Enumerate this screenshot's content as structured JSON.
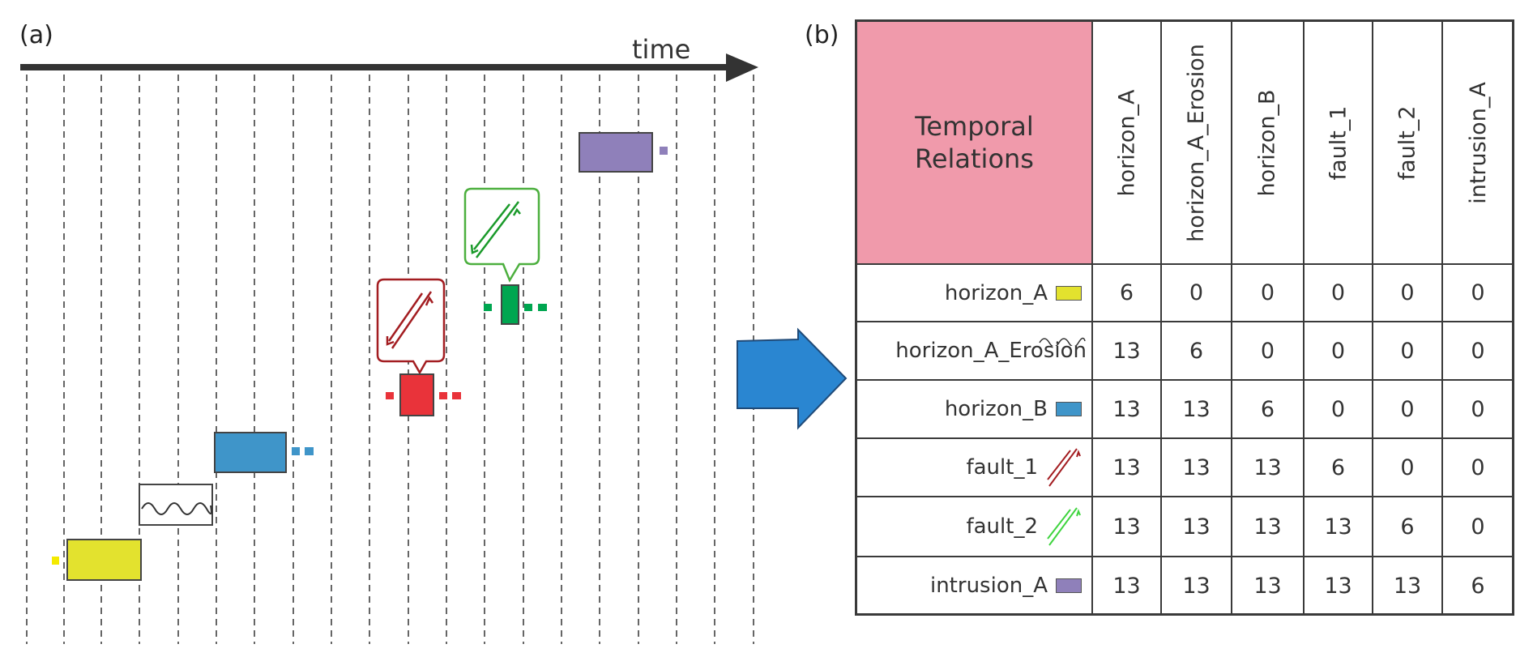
{
  "panel_a": {
    "label": "(a)",
    "axis_label": "time",
    "events": [
      {
        "name": "horizon_A",
        "color": "#e3e22e"
      },
      {
        "name": "horizon_A_Erosion",
        "color": "#ffffff"
      },
      {
        "name": "horizon_B",
        "color": "#3f95c9"
      },
      {
        "name": "fault_1",
        "color": "#e9333a",
        "callout_color": "#a31d21"
      },
      {
        "name": "fault_2",
        "color": "#00a650",
        "callout_color": "#4caf3e"
      },
      {
        "name": "intrusion_A",
        "color": "#8f80ba"
      }
    ]
  },
  "arrow_color": "#2a86d1",
  "panel_b": {
    "label": "(b)",
    "corner_title": "Temporal Relations",
    "header_color": "#f09aab",
    "columns": [
      "horizon_A",
      "horizon_A_Erosion",
      "horizon_B",
      "fault_1",
      "fault_2",
      "intrusion_A"
    ],
    "rows": [
      {
        "label": "horizon_A",
        "icon": "yellow-rect-icon",
        "values": [
          "6",
          "0",
          "0",
          "0",
          "0",
          "0"
        ]
      },
      {
        "label": "horizon_A_Erosion",
        "icon": "wave-icon",
        "values": [
          "13",
          "6",
          "0",
          "0",
          "0",
          "0"
        ]
      },
      {
        "label": "horizon_B",
        "icon": "blue-rect-icon",
        "values": [
          "13",
          "13",
          "6",
          "0",
          "0",
          "0"
        ]
      },
      {
        "label": "fault_1",
        "icon": "red-fault-icon",
        "values": [
          "13",
          "13",
          "13",
          "6",
          "0",
          "0"
        ]
      },
      {
        "label": "fault_2",
        "icon": "green-fault-icon",
        "values": [
          "13",
          "13",
          "13",
          "13",
          "6",
          "0"
        ]
      },
      {
        "label": "intrusion_A",
        "icon": "purple-rect-icon",
        "values": [
          "13",
          "13",
          "13",
          "13",
          "13",
          "6"
        ]
      }
    ]
  }
}
